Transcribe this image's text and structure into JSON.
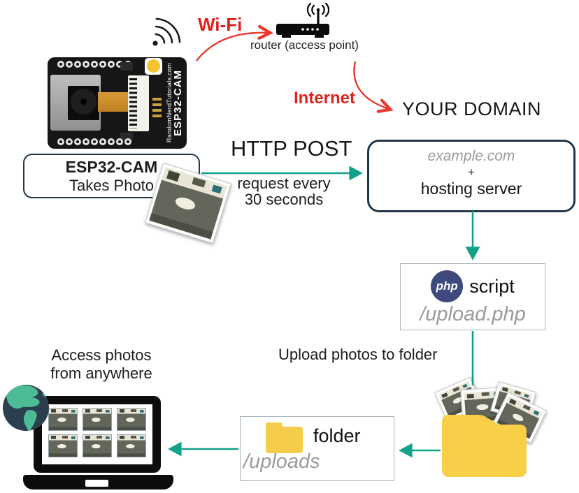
{
  "colors": {
    "teal_arrow": "#12a18a",
    "red_accent": "#e0211c",
    "navy_border": "#24384b",
    "gray_italic_text": "#9b9b9b",
    "dark_text": "#1d1d1b",
    "php_badge_blue": "#3e4a7e",
    "folder_yellow": "#f8cf47",
    "globe_land": "#4cbc97",
    "globe_ocean": "#2c3f4e"
  },
  "top": {
    "wifi": "Wi-Fi",
    "router_caption": "router (access point)",
    "internet": "Internet",
    "your_domain": "YOUR DOMAIN"
  },
  "board": {
    "brand": "RandomNerdTutorials.com",
    "model": "ESP32-CAM"
  },
  "esp_box": {
    "title": "ESP32-CAM",
    "subtitle": "Takes Photo"
  },
  "http": {
    "title": "HTTP POST",
    "line1": "request every",
    "line2": "30 seconds"
  },
  "domain_box": {
    "domain": "example.com",
    "plus": "+",
    "server": "hosting server"
  },
  "php_box": {
    "badge": "php",
    "label": "script",
    "path": "/upload.php"
  },
  "upload_caption": "Upload photos to folder",
  "folder_box": {
    "label": "folder",
    "path": "/uploads"
  },
  "access": {
    "line1": "Access photos",
    "line2": "from anywhere"
  }
}
